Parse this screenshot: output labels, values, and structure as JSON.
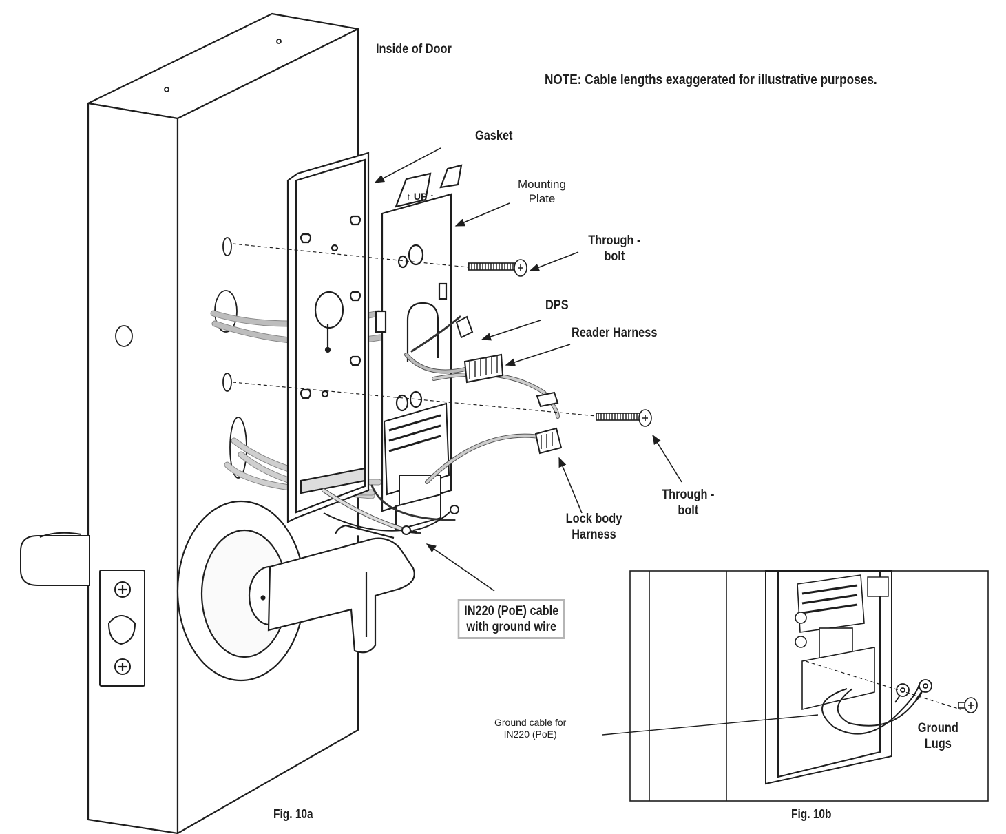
{
  "header": {
    "inside_of_door": "Inside of Door",
    "note": "NOTE: Cable lengths exaggerated for illustrative purposes."
  },
  "fig_10a": {
    "caption": "Fig. 10a",
    "labels": {
      "gasket": "Gasket",
      "mounting_plate": [
        "Mounting",
        "Plate"
      ],
      "through_bolt_top": [
        "Through -",
        "bolt"
      ],
      "dps": "DPS",
      "reader_harness": "Reader Harness",
      "through_bolt_bottom": [
        "Through -",
        "bolt"
      ],
      "lock_body_harness": [
        "Lock body",
        "Harness"
      ],
      "poe_cable": [
        "IN220 (PoE) cable",
        "with ground wire"
      ]
    },
    "plate_marking": "UP"
  },
  "fig_10b": {
    "caption": "Fig. 10b",
    "labels": {
      "ground_cable": [
        "Ground cable for",
        "IN220 (PoE)"
      ],
      "ground_lugs": [
        "Ground",
        "Lugs"
      ]
    }
  }
}
